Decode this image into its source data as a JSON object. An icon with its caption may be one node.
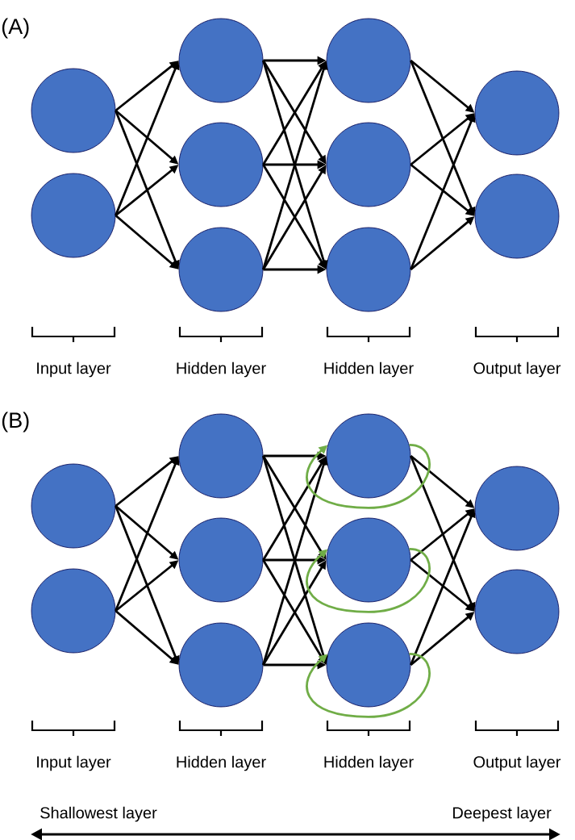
{
  "diagram": {
    "nodes": [
      {
        "text": [],
        "shape": "circle"
      },
      {
        "text": [],
        "shape": "circle"
      },
      {
        "text": [],
        "shape": "circle"
      },
      {
        "text": [],
        "shape": "circle"
      },
      {
        "text": [],
        "shape": "circle"
      },
      {
        "text": [],
        "shape": "circle"
      },
      {
        "text": [],
        "shape": "circle"
      },
      {
        "text": [],
        "shape": "circle"
      },
      {
        "text": [],
        "shape": "circle"
      },
      {
        "text": [],
        "shape": "circle"
      },
      {
        "text": [],
        "shape": "circle"
      },
      {
        "text": [],
        "shape": "circle"
      },
      {
        "text": [],
        "shape": "circle"
      },
      {
        "text": [],
        "shape": "circle"
      },
      {
        "text": [],
        "shape": "circle"
      },
      {
        "text": [],
        "shape": "circle"
      },
      {
        "text": [],
        "shape": "circle"
      },
      {
        "text": [],
        "shape": "circle"
      },
      {
        "text": [],
        "shape": "circle"
      },
      {
        "text": [],
        "shape": "circle"
      }
    ],
    "edges": [
      {
        "from": 0,
        "to": 2,
        "arrow": "to"
      },
      {
        "from": 0,
        "to": 3,
        "arrow": "to"
      },
      {
        "from": 0,
        "to": 4,
        "arrow": "to"
      },
      {
        "from": 1,
        "to": 2,
        "arrow": "to"
      },
      {
        "from": 1,
        "to": 3,
        "arrow": "to"
      },
      {
        "from": 1,
        "to": 4,
        "arrow": "to"
      },
      {
        "from": 2,
        "to": 5,
        "arrow": "to"
      },
      {
        "from": 2,
        "to": 6,
        "arrow": "to"
      },
      {
        "from": 2,
        "to": 7,
        "arrow": "to"
      },
      {
        "from": 3,
        "to": 5,
        "arrow": "to"
      },
      {
        "from": 3,
        "to": 6,
        "arrow": "to"
      },
      {
        "from": 3,
        "to": 7,
        "arrow": "to"
      },
      {
        "from": 4,
        "to": 5,
        "arrow": "to"
      },
      {
        "from": 4,
        "to": 6,
        "arrow": "to"
      },
      {
        "from": 4,
        "to": 7,
        "arrow": "to"
      },
      {
        "from": 5,
        "to": 8,
        "arrow": "to"
      },
      {
        "from": 5,
        "to": 9,
        "arrow": "to"
      },
      {
        "from": 6,
        "to": 8,
        "arrow": "to"
      },
      {
        "from": 6,
        "to": 9,
        "arrow": "to"
      },
      {
        "from": 7,
        "to": 8,
        "arrow": "to"
      },
      {
        "from": 7,
        "to": 9,
        "arrow": "to"
      },
      {
        "from": 10,
        "to": 12,
        "arrow": "to"
      },
      {
        "from": 10,
        "to": 13,
        "arrow": "to"
      },
      {
        "from": 10,
        "to": 14,
        "arrow": "to"
      },
      {
        "from": 11,
        "to": 12,
        "arrow": "to"
      },
      {
        "from": 11,
        "to": 13,
        "arrow": "to"
      },
      {
        "from": 11,
        "to": 14,
        "arrow": "to"
      },
      {
        "from": 12,
        "to": 15,
        "arrow": "to"
      },
      {
        "from": 12,
        "to": 16,
        "arrow": "to"
      },
      {
        "from": 12,
        "to": 17,
        "arrow": "to"
      },
      {
        "from": 13,
        "to": 15,
        "arrow": "to"
      },
      {
        "from": 13,
        "to": 16,
        "arrow": "to"
      },
      {
        "from": 13,
        "to": 17,
        "arrow": "to"
      },
      {
        "from": 14,
        "to": 15,
        "arrow": "to"
      },
      {
        "from": 14,
        "to": 16,
        "arrow": "to"
      },
      {
        "from": 14,
        "to": 17,
        "arrow": "to"
      },
      {
        "from": 15,
        "to": 18,
        "arrow": "to"
      },
      {
        "from": 15,
        "to": 19,
        "arrow": "to"
      },
      {
        "from": 16,
        "to": 18,
        "arrow": "to"
      },
      {
        "from": 16,
        "to": 19,
        "arrow": "to"
      },
      {
        "from": 17,
        "to": 18,
        "arrow": "to"
      },
      {
        "from": 17,
        "to": 19,
        "arrow": "to"
      },
      {
        "from": 15,
        "to": 15,
        "arrow": "to",
        "color": "#70ad47"
      },
      {
        "from": 16,
        "to": 16,
        "arrow": "to",
        "color": "#70ad47"
      },
      {
        "from": 17,
        "to": 17,
        "arrow": "to",
        "color": "#70ad47"
      }
    ],
    "labels": [
      "(A)",
      "Input layer",
      "Hidden layer",
      "Hidden layer",
      "Output layer",
      "(B)",
      "Input layer",
      "Hidden layer",
      "Hidden layer",
      "Output layer",
      "Shallowest layer",
      "Deepest layer"
    ]
  }
}
